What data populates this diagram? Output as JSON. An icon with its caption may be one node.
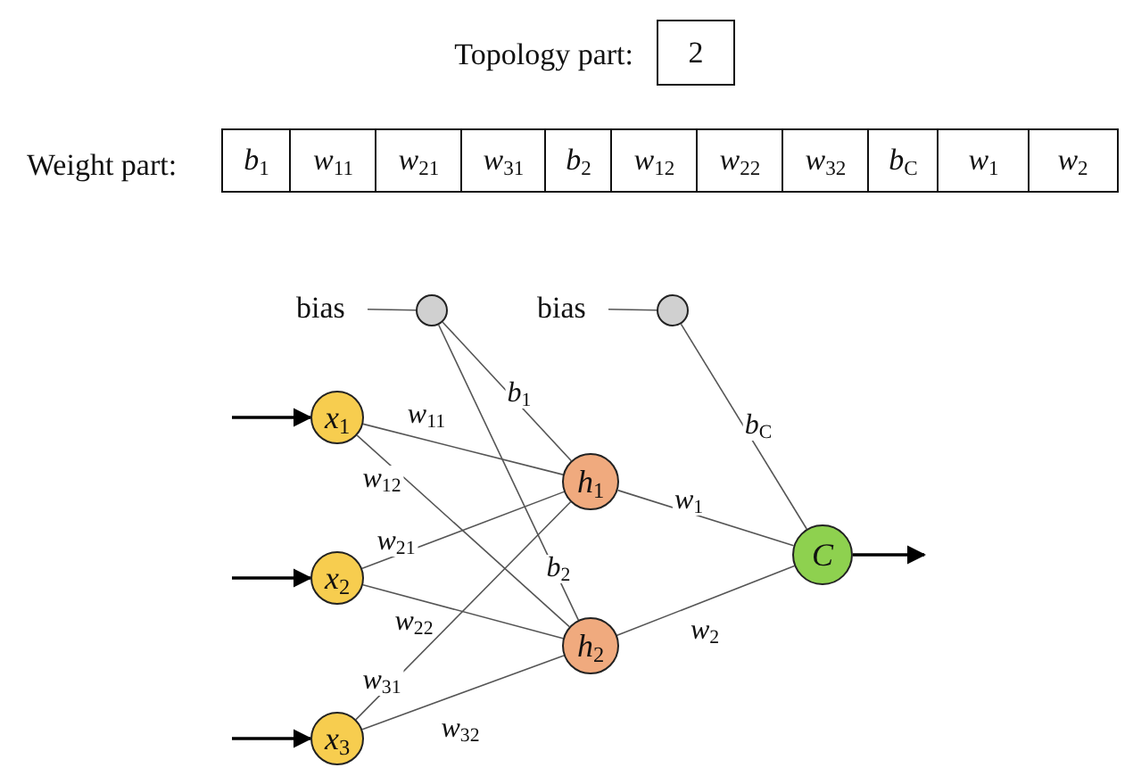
{
  "diagram": {
    "nodes": [
      {
        "text": [
          "2"
        ],
        "beside": [
          "Topology part:"
        ]
      },
      {
        "text": [
          "b$_{1}$"
        ]
      },
      {
        "text": [
          "w$_{11}$"
        ]
      },
      {
        "text": [
          "w$_{21}$"
        ]
      },
      {
        "text": [
          "w$_{31}$"
        ]
      },
      {
        "text": [
          "b$_{2}$"
        ]
      },
      {
        "text": [
          "w$_{12}$"
        ]
      },
      {
        "text": [
          "w$_{22}$"
        ]
      },
      {
        "text": [
          "w$_{32}$"
        ]
      },
      {
        "text": [
          "b$_{C}$"
        ]
      },
      {
        "text": [
          "w$_{1}$"
        ]
      },
      {
        "text": [
          "w$_{2}$"
        ]
      },
      {
        "text": [
          "bias"
        ]
      },
      {
        "text": [],
        "shape": "circle"
      },
      {
        "text": [
          "bias"
        ]
      },
      {
        "text": [],
        "shape": "circle"
      },
      {
        "text": [
          "x$_{1}$"
        ]
      },
      {
        "text": [
          "x$_{2}$"
        ]
      },
      {
        "text": [
          "x$_{3}$"
        ]
      },
      {
        "text": [
          "h$_{1}$"
        ]
      },
      {
        "text": [
          "h$_{2}$"
        ]
      },
      {
        "text": [
          "C"
        ]
      }
    ],
    "edges": [
      {
        "from": 12,
        "to": 13,
        "arrow": "none"
      },
      {
        "from": 14,
        "to": 15,
        "arrow": "none"
      },
      {
        "from": 13,
        "to": 19,
        "arrow": "none",
        "label": "b$_{1}$"
      },
      {
        "from": 13,
        "to": 20,
        "arrow": "none",
        "label": "b$_{2}$"
      },
      {
        "from": 15,
        "to": 21,
        "arrow": "none",
        "label": "b$_{C}$"
      },
      {
        "from": 16,
        "to": 19,
        "arrow": "none",
        "label": "w$_{11}$"
      },
      {
        "from": 16,
        "to": 20,
        "arrow": "none",
        "label": "w$_{12}$"
      },
      {
        "from": 17,
        "to": 19,
        "arrow": "none",
        "label": "w$_{21}$"
      },
      {
        "from": 17,
        "to": 20,
        "arrow": "none",
        "label": "w$_{22}$"
      },
      {
        "from": 18,
        "to": 19,
        "arrow": "none",
        "label": "w$_{31}$"
      },
      {
        "from": 18,
        "to": 20,
        "arrow": "none",
        "label": "w$_{32}$"
      },
      {
        "from": 19,
        "to": 21,
        "arrow": "none",
        "label": "w$_{1}$"
      },
      {
        "from": 20,
        "to": 21,
        "arrow": "none",
        "label": "w$_{2}$"
      },
      {
        "from": null,
        "to": 16,
        "arrow": "to",
        "color": "#000000"
      },
      {
        "from": null,
        "to": 17,
        "arrow": "to",
        "color": "#000000"
      },
      {
        "from": null,
        "to": 18,
        "arrow": "to",
        "color": "#000000"
      },
      {
        "from": 21,
        "to": null,
        "arrow": "to",
        "color": "#000000"
      }
    ],
    "labels": [
      "Weight part:"
    ]
  }
}
